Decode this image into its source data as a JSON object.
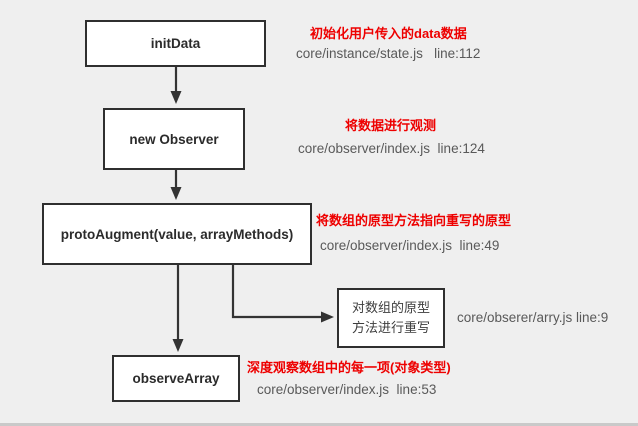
{
  "nodes": {
    "initData": {
      "label": "initData"
    },
    "newObserver": {
      "label": "new Observer"
    },
    "protoAugment": {
      "label": "protoAugment(value, arrayMethods)"
    },
    "rewriteProto": {
      "line1": "对数组的原型",
      "line2": "方法进行重写"
    },
    "observeArray": {
      "label": "observeArray"
    }
  },
  "annotations": {
    "initData": {
      "desc": "初始化用户传入的data数据",
      "path": "core/instance/state.js   line:112"
    },
    "newObserver": {
      "desc": "将数据进行观测",
      "path": "core/observer/index.js  line:124"
    },
    "protoAugment": {
      "desc": "将数组的原型方法指向重写的原型",
      "path": "core/observer/index.js  line:49"
    },
    "rewriteProto": {
      "path": "core/obserer/arry.js line:9"
    },
    "observeArray": {
      "desc": "深度观察数组中的每一项(对象类型)",
      "path": "core/observer/index.js  line:53"
    }
  },
  "colors": {
    "annotation_red": "#ee0000",
    "annotation_gray": "#595959",
    "node_border": "#2f2f2f",
    "node_fill": "#ffffff",
    "arrow_line": "#333333",
    "background": "#efefef"
  }
}
